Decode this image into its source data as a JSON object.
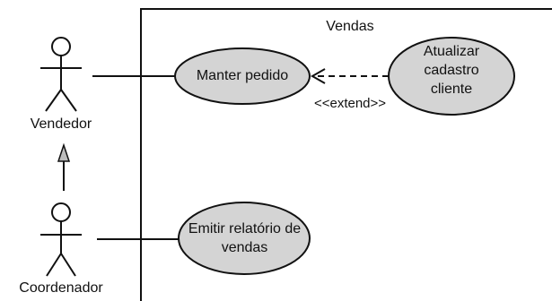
{
  "system": {
    "name": "Vendas"
  },
  "actors": [
    {
      "name": "Vendedor"
    },
    {
      "name": "Coordenador"
    }
  ],
  "use_cases": [
    {
      "label": "Manter pedido"
    },
    {
      "label": "Atualizar cadastro cliente"
    },
    {
      "label": "Emitir relatório de vendas"
    }
  ],
  "relationships": {
    "extend_label": "<<extend>>"
  },
  "colors": {
    "use_case_fill": "#d4d4d4",
    "line": "#111111",
    "generalization_head": "#bdbdbd"
  }
}
